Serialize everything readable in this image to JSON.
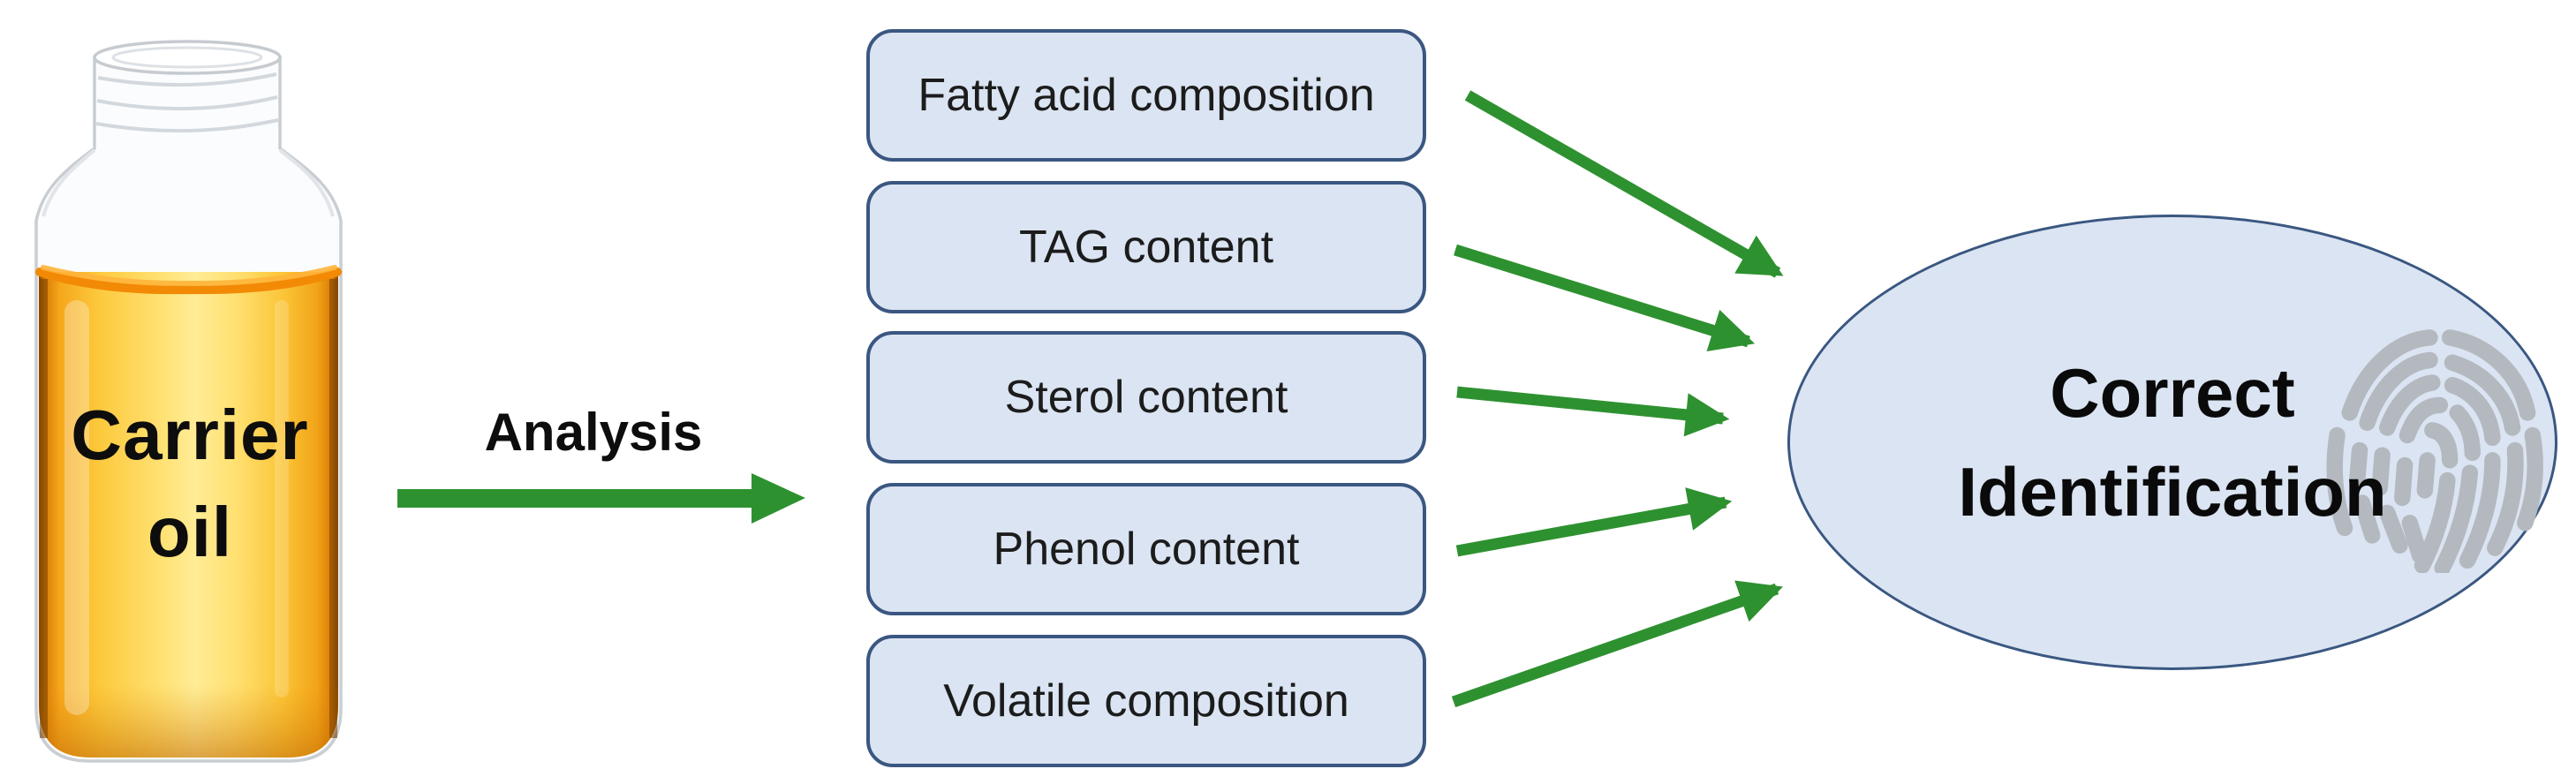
{
  "diagram": {
    "source": {
      "line1": "Carrier",
      "line2": "oil"
    },
    "process": {
      "label": "Analysis"
    },
    "analyses": [
      {
        "label": "Fatty acid composition"
      },
      {
        "label": "TAG content"
      },
      {
        "label": "Sterol content"
      },
      {
        "label": "Phenol content"
      },
      {
        "label": "Volatile composition"
      }
    ],
    "outcome": {
      "line1": "Correct",
      "line2": "Identification"
    },
    "icons": {
      "bottle": "oil-bottle-icon",
      "analysis_arrow": "green-right-arrow-icon",
      "connectors": "green-converging-arrow-icons",
      "fingerprint": "fingerprint-icon"
    }
  },
  "colors": {
    "box-fill": "#dbe4f2",
    "box-border": "#3a5781",
    "arrow-green": "#2e9130",
    "text-black": "#141414",
    "oil-amber": "#f9bd2d",
    "oil-edge-orange": "#d97c06",
    "fingerprint-gray": "#b4b9bf"
  }
}
